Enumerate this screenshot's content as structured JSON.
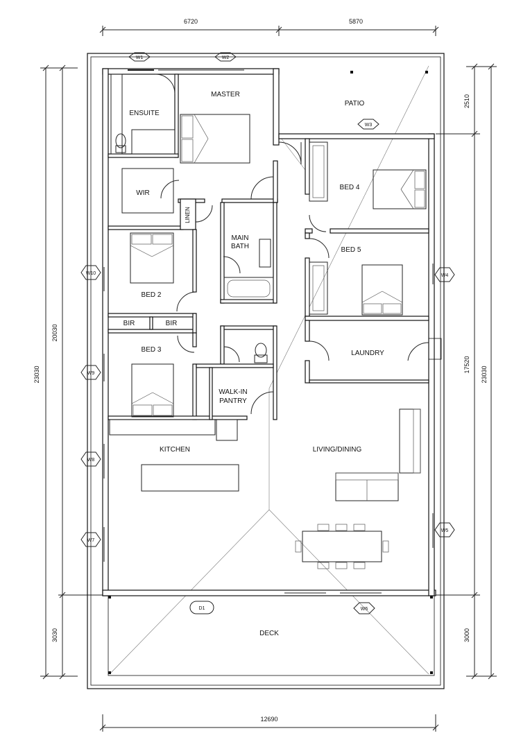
{
  "dimensions": {
    "top_left": "6720",
    "top_right": "5870",
    "bottom": "12690",
    "left_outer": "23030",
    "left_inner": "20030",
    "left_deck": "3030",
    "right_outer": "23030",
    "right_patio": "2510",
    "right_inner": "17520",
    "right_deck": "3000"
  },
  "rooms": {
    "master": "MASTER",
    "ensuite": "ENSUITE",
    "wir": "WIR",
    "patio": "PATIO",
    "bed4": "BED 4",
    "bed5": "BED 5",
    "linen": "LINEN",
    "main_bath_1": "MAIN",
    "main_bath_2": "BATH",
    "bed2": "BED 2",
    "bir1": "BIR",
    "bir2": "BIR",
    "bed3": "BED 3",
    "laundry": "LAUNDRY",
    "pantry_1": "WALK-IN",
    "pantry_2": "PANTRY",
    "kitchen": "KITCHEN",
    "living": "LIVING/DINING",
    "deck": "DECK"
  },
  "tags": {
    "w1": "W1",
    "w2": "W2",
    "w3": "W3",
    "w4": "W4",
    "w5": "W5",
    "w6": "W6",
    "w7": "W7",
    "w8": "W8",
    "w9": "W9",
    "w10": "W10",
    "d1": "D1"
  }
}
